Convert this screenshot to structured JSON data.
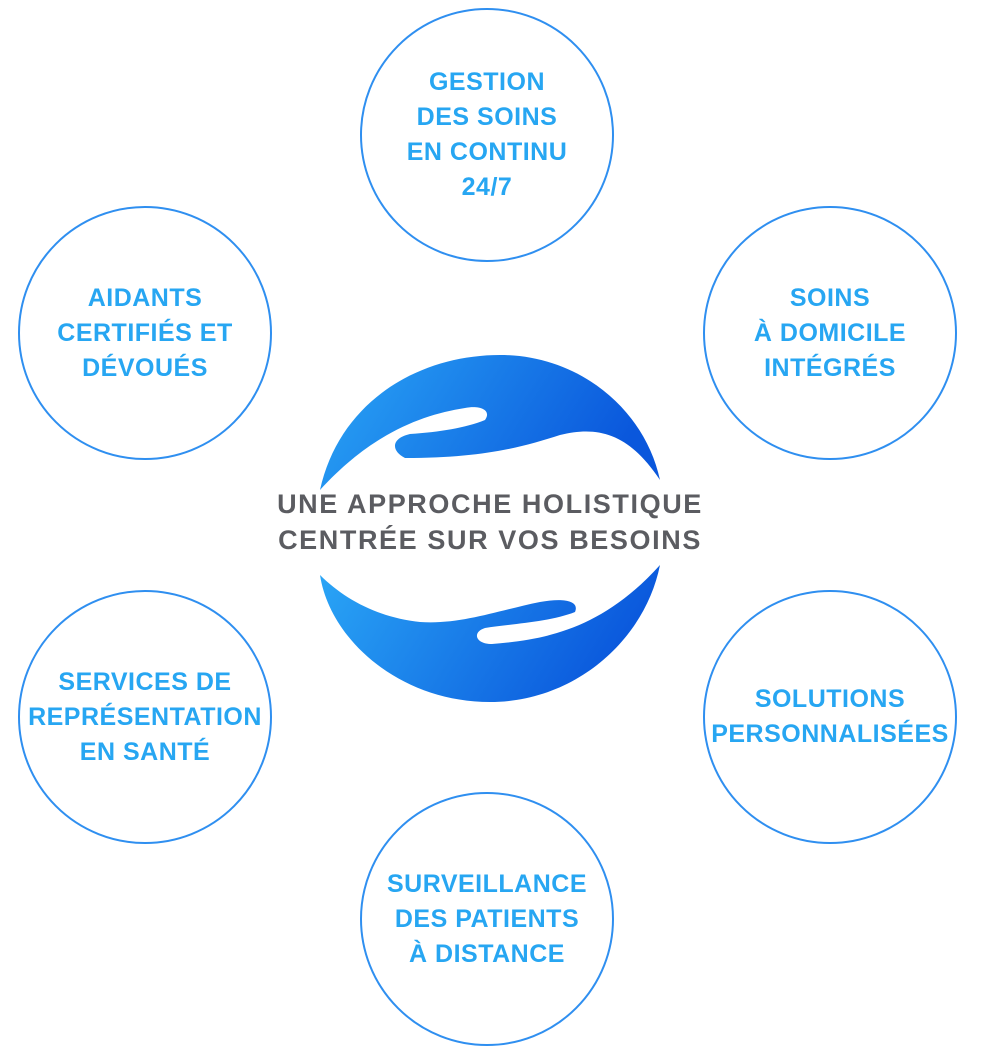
{
  "center": {
    "lines": [
      "UNE APPROCHE HOLISTIQUE",
      "CENTRÉE SUR VOS BESOINS"
    ],
    "icon": "caring-hands-icon",
    "gradient": [
      "#2aa6f6",
      "#0a57dc"
    ]
  },
  "nodes": [
    {
      "lines": [
        "GESTION",
        "DES SOINS",
        "EN CONTINU",
        "24/7"
      ]
    },
    {
      "lines": [
        "AIDANTS",
        "CERTIFIÉS ET",
        "DÉVOUÉS"
      ]
    },
    {
      "lines": [
        "SOINS",
        "À DOMICILE",
        "INTÉGRÉS"
      ]
    },
    {
      "lines": [
        "SERVICES DE",
        "REPRÉSENTATION",
        "EN SANTÉ"
      ]
    },
    {
      "lines": [
        "SOLUTIONS",
        "PERSONNALISÉES"
      ]
    },
    {
      "lines": [
        "SURVEILLANCE",
        "DES PATIENTS",
        "À DISTANCE"
      ]
    }
  ],
  "colors": {
    "ring_border": "#2f8ff0",
    "node_text": "#27a6f2",
    "center_text": "#5b5c61"
  }
}
